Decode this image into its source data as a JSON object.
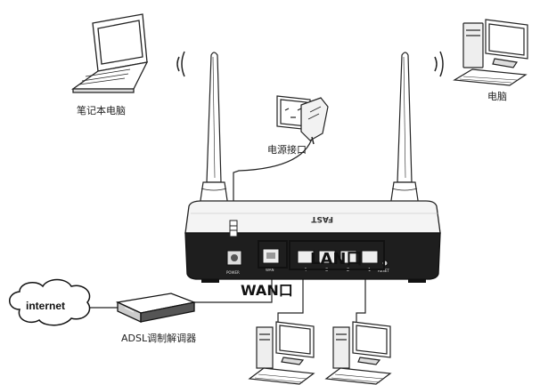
{
  "labels": {
    "laptop": "笔记本电脑",
    "desktop": "电脑",
    "power_outlet": "电源接口",
    "internet": "internet",
    "adsl_modem": "ADSL调制解调器",
    "wan_port": "WAN口",
    "lan_port": "LAN口"
  },
  "router": {
    "brand": "FAST",
    "ports": {
      "power": "POWER",
      "wan": "WAN",
      "lan_numbers": [
        "4",
        "3",
        "2",
        "1"
      ],
      "reset": "RESET"
    }
  },
  "icons": {
    "laptop": "laptop-icon",
    "desktop": "desktop-computer-icon",
    "outlet": "power-outlet-icon",
    "adapter": "power-adapter-icon",
    "cloud": "cloud-icon",
    "modem": "modem-icon",
    "wifi": "wifi-waves-icon"
  }
}
